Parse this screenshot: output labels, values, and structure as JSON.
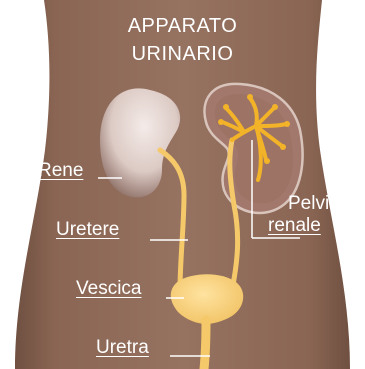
{
  "diagram": {
    "title_line1": "APPARATO",
    "title_line2": "URINARIO",
    "labels": {
      "rene": "Rene",
      "uretere": "Uretere",
      "vescica": "Vescica",
      "uretra": "Uretra",
      "pelvi_line1": "Pelvi",
      "pelvi_line2": "renale"
    },
    "colors": {
      "background": "#ffffff",
      "body": "#8f6a57",
      "body_shadow": "#6f5041",
      "kidney": "#e7d8d4",
      "kidney_section": "#a1786b",
      "urinary_tract": "#f5c969",
      "renal_pelvis": "#f3b328",
      "label_text": "#ffffff"
    }
  }
}
